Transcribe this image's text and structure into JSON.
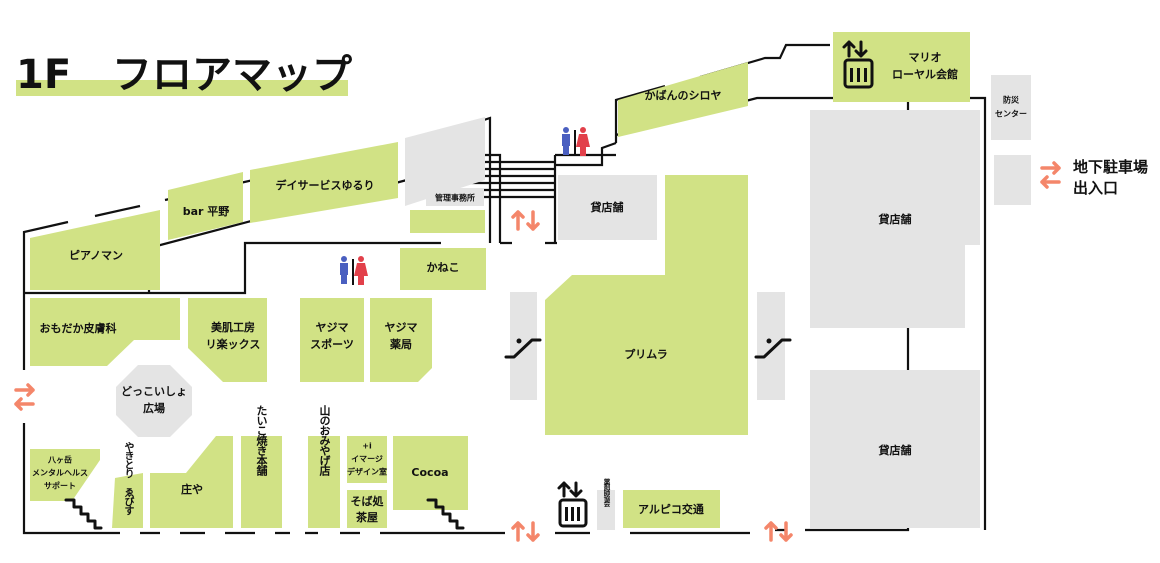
{
  "header": {
    "floor": "1F",
    "title": "フロアマップ"
  },
  "stores": {
    "pianoman": "ピアノマン",
    "bar_hirano": "bar 平野",
    "day_service": "デイサービスゆるり",
    "office": "管理事務所",
    "kaneko": "かねこ",
    "omodaka": "おもだか皮膚科",
    "bihada_1": "美肌工房",
    "bihada_2": "リ楽ックス",
    "yajima_sports_1": "ヤジマ",
    "yajima_sports_2": "スポーツ",
    "yajima_pharmacy_1": "ヤジマ",
    "yajima_pharmacy_2": "薬局",
    "plaza_1": "どっこいしょ",
    "plaza_2": "広場",
    "yatsugatake_1": "八ヶ岳",
    "yatsugatake_2": "メンタルヘルス",
    "yatsugatake_3": "サポート",
    "yakitori": "やきとり ゑびす",
    "shoya": "庄や",
    "taiko": "たいこ焼き本舗",
    "yama": "山のおみやげ店",
    "image_1": "+i",
    "image_2": "イマージ",
    "image_3": "デザイン室",
    "soba_1": "そば処",
    "soba_2": "茶屋",
    "cocoa": "Cocoa",
    "kaban": "かばんのシロヤ",
    "mario_1": "マリオ",
    "mario_2": "ローヤル会館",
    "bosai_1": "防災",
    "bosai_2": "センター",
    "vacant_small": "貸店舗",
    "vacant_upper": "貸店舗",
    "vacant_lower": "貸店舗",
    "primula": "プリムラ",
    "pharmacist": "薬剤師協会",
    "alpico": "アルピコ交通"
  },
  "parking": {
    "line1": "地下駐車場",
    "line2": "出入口"
  },
  "colors": {
    "store": "#d1e285",
    "vacant": "#e4e4e4",
    "arrow": "#f4866a",
    "male": "#4a5fc0",
    "female": "#e2404a"
  }
}
